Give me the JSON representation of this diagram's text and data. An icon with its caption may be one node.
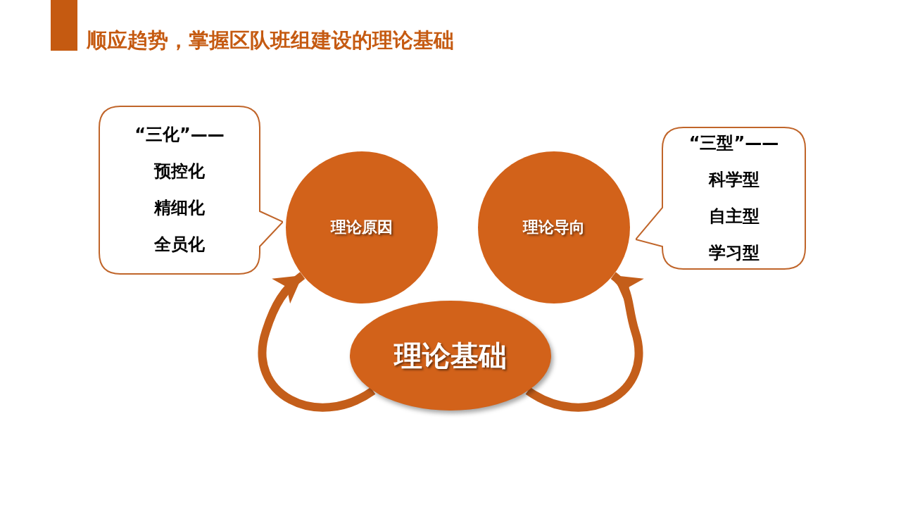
{
  "diagram": {
    "title": "顺应趋势，掌握区队班组建设的理论基础",
    "nodes": [
      {
        "text": [
          "理论原因"
        ]
      },
      {
        "text": [
          "理论导向"
        ]
      },
      {
        "text": [
          "理论基础"
        ]
      },
      {
        "text": [
          "“三化”——",
          "预控化",
          "精细化",
          "全员化"
        ]
      },
      {
        "text": [
          "“三型”——",
          "科学型",
          "自主型",
          "学习型"
        ]
      }
    ],
    "edges": [
      {
        "from": 2,
        "to": 0,
        "arrow": "to"
      },
      {
        "from": 2,
        "to": 1,
        "arrow": "to"
      }
    ]
  }
}
